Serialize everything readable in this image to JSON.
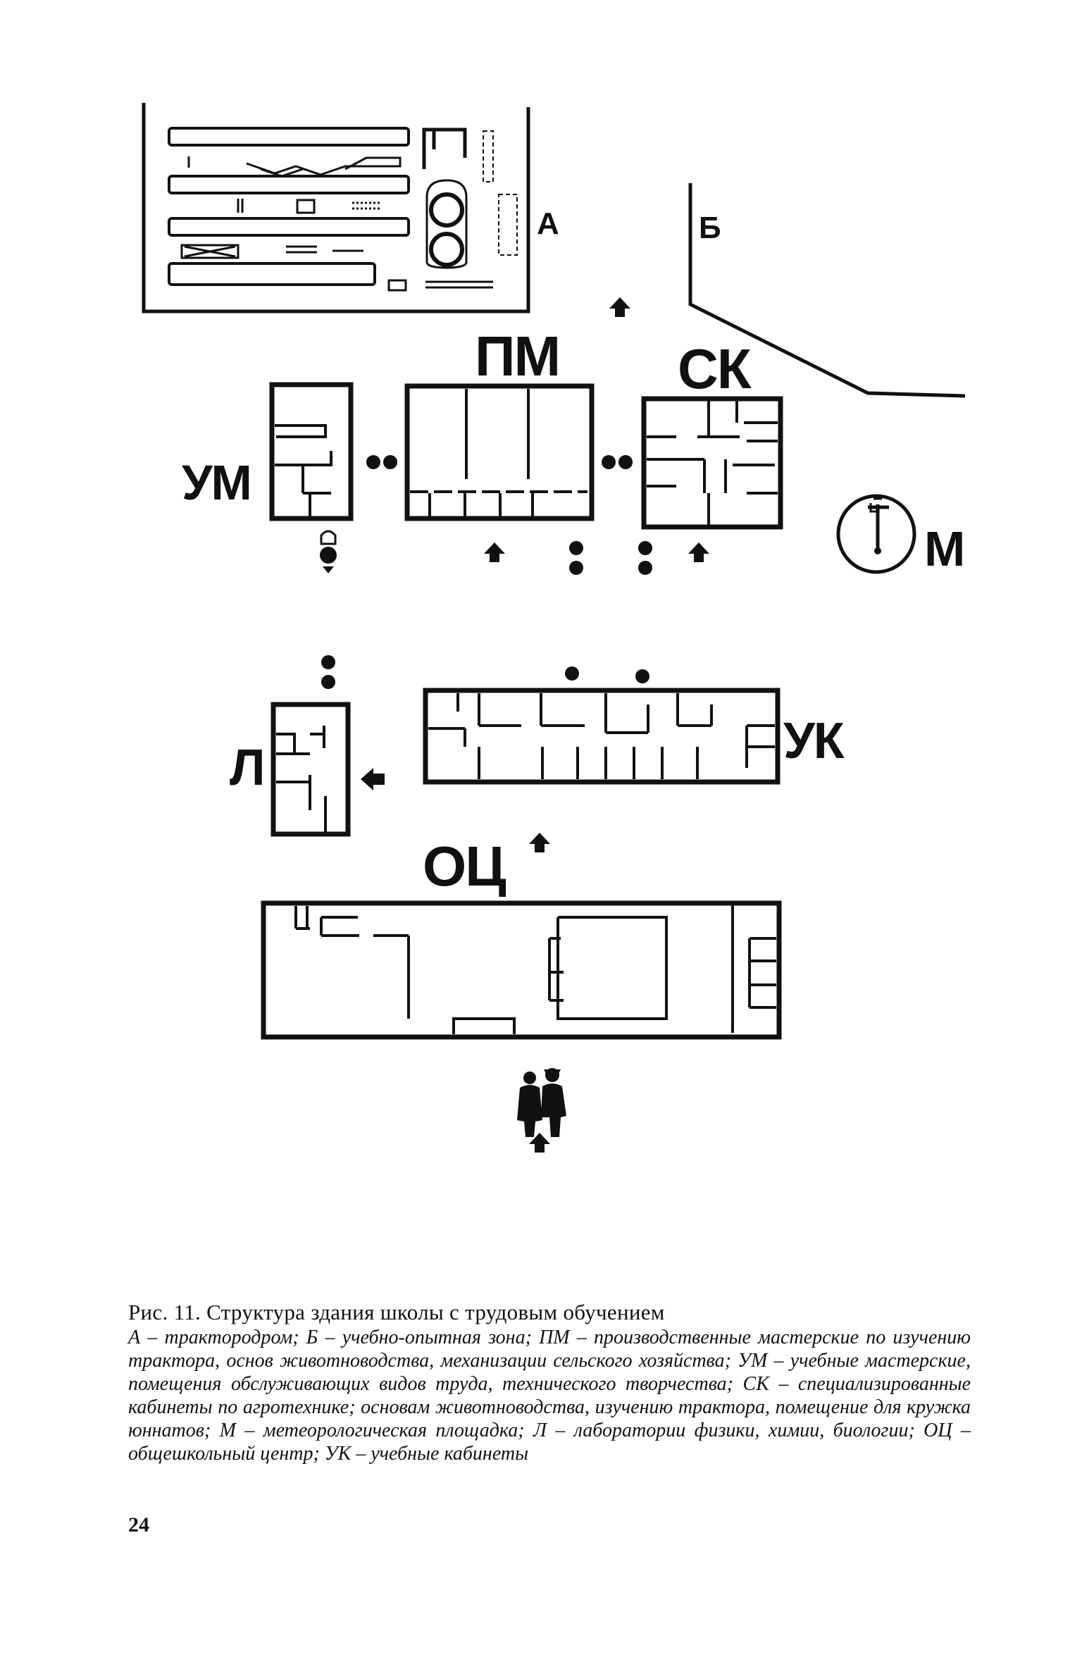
{
  "figure": {
    "labels": {
      "a": "А",
      "b": "Б",
      "pm": "ПМ",
      "sk": "СК",
      "um": "УМ",
      "m": "М",
      "l": "Л",
      "uk": "УК",
      "oc": "ОЦ"
    }
  },
  "caption": {
    "title": "Рис. 11. Структура здания школы с трудовым обучением",
    "body": "А – трактородром; Б – учебно-опытная зона; ПМ – производственные мастерские по изучению трактора, основ животноводства, механизации сельского хозяйства; УМ – учебные мастерские, помещения обслуживающих видов труда, технического творчества; СК – специализированные кабинеты по агротехнике; основам животноводства, изучению трактора, помещение для кружка юннатов; М – метеорологическая площадка; Л – лаборатории физики, химии, биологии; ОЦ – общешкольный центр; УК – учебные кабинеты"
  },
  "page_number": "24"
}
